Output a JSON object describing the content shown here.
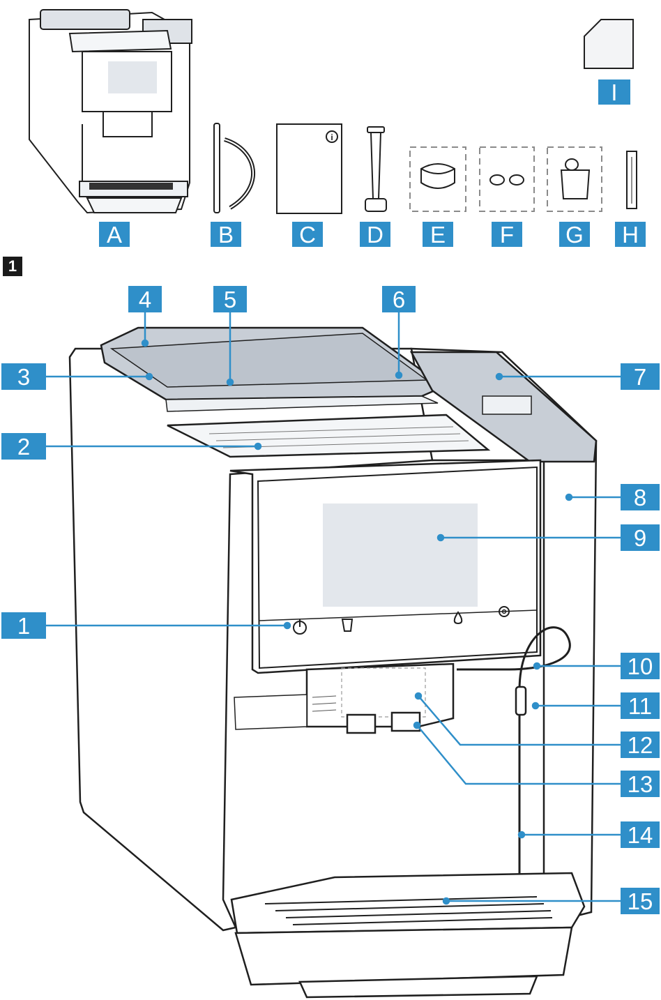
{
  "figure_number": "1",
  "accessories": [
    {
      "id": "A",
      "label": "A"
    },
    {
      "id": "B",
      "label": "B"
    },
    {
      "id": "C",
      "label": "C"
    },
    {
      "id": "D",
      "label": "D"
    },
    {
      "id": "E",
      "label": "E"
    },
    {
      "id": "F",
      "label": "F"
    },
    {
      "id": "G",
      "label": "G"
    },
    {
      "id": "H",
      "label": "H"
    },
    {
      "id": "I",
      "label": "I"
    }
  ],
  "parts": [
    {
      "label": "1"
    },
    {
      "label": "2"
    },
    {
      "label": "3"
    },
    {
      "label": "4"
    },
    {
      "label": "5"
    },
    {
      "label": "6"
    },
    {
      "label": "7"
    },
    {
      "label": "8"
    },
    {
      "label": "9"
    },
    {
      "label": "10"
    },
    {
      "label": "11"
    },
    {
      "label": "12"
    },
    {
      "label": "13"
    },
    {
      "label": "14"
    },
    {
      "label": "15"
    }
  ],
  "manual_icon": "info-icon",
  "colors": {
    "label_bg": "#2f8fc9",
    "label_text": "#ffffff",
    "line": "#2f8fc9",
    "outline": "#1f1f1f",
    "panel": "#e8ebef"
  }
}
